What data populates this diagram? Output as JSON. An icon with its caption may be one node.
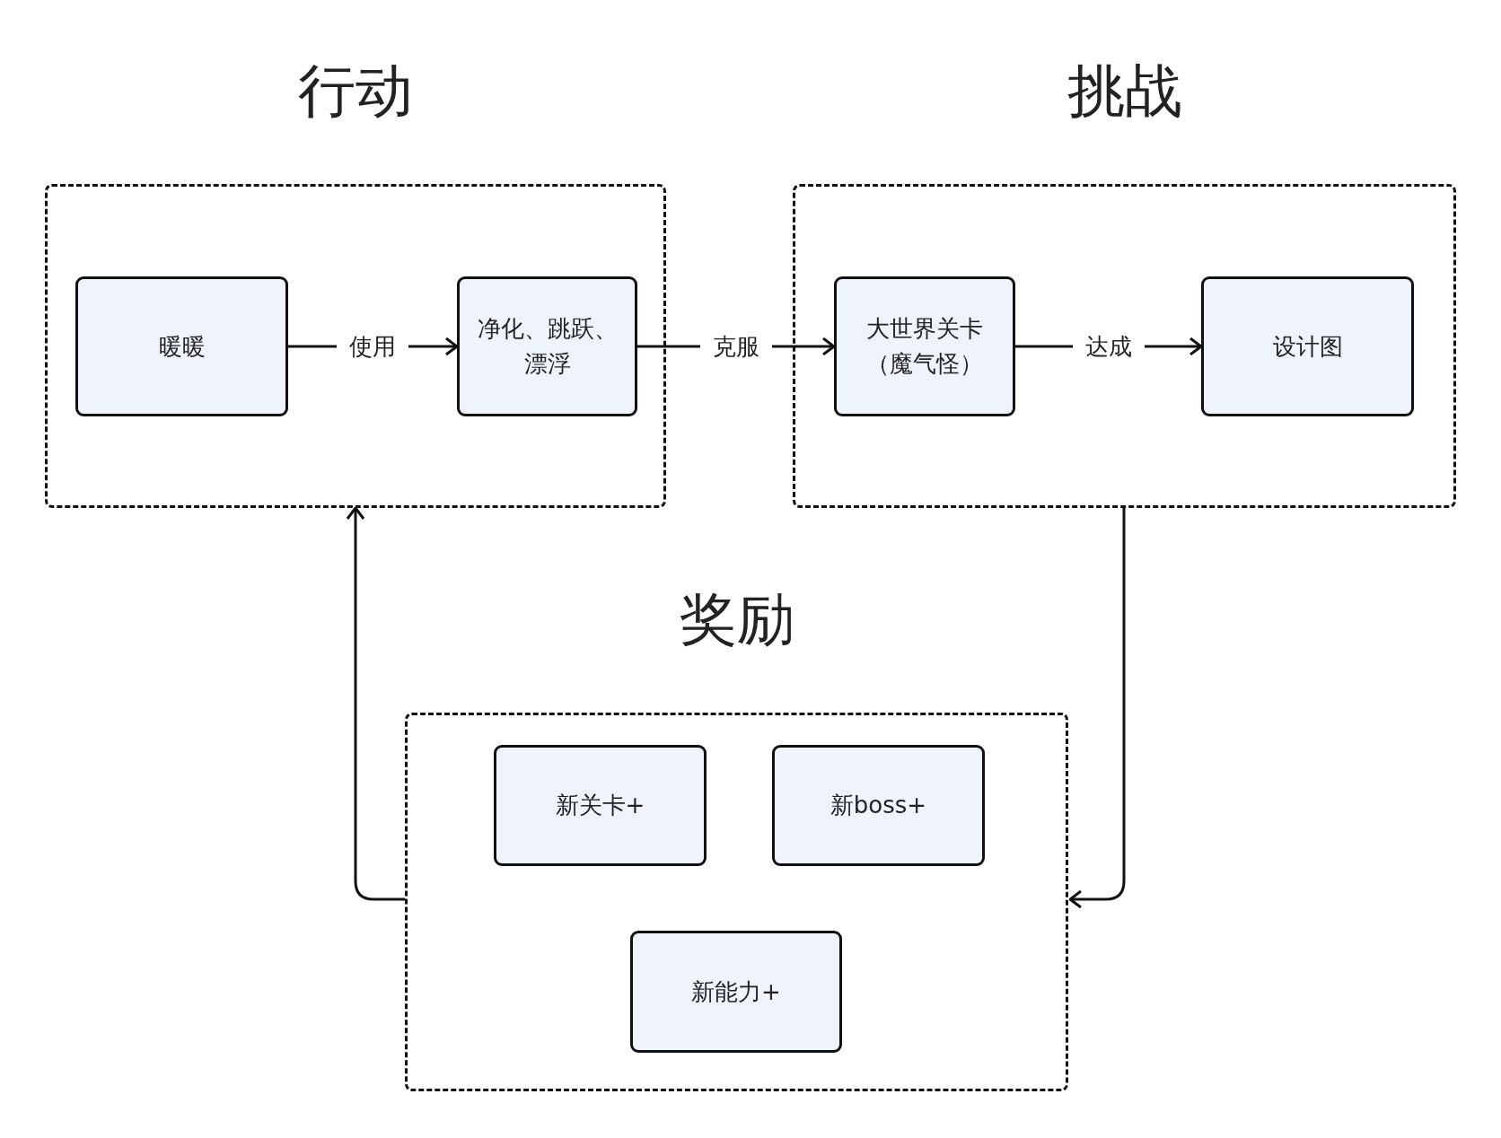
{
  "diagram": {
    "nodes": [
      {
        "text": [
          "行动"
        ]
      },
      {
        "text": [
          "暖暖"
        ],
        "in": 0
      },
      {
        "text": [
          "净化、跳跃、漂浮"
        ],
        "in": 0
      },
      {
        "text": [
          "挑战"
        ]
      },
      {
        "text": [
          "大世界关卡（魔气怪）"
        ],
        "in": 3
      },
      {
        "text": [
          "设计图"
        ],
        "in": 3
      },
      {
        "text": [
          "奖励"
        ]
      },
      {
        "text": [
          "新关卡+"
        ],
        "in": 6
      },
      {
        "text": [
          "新boss+"
        ],
        "in": 6
      },
      {
        "text": [
          "新能力+"
        ],
        "in": 6
      }
    ],
    "edges": [
      {
        "from": 1,
        "to": 2,
        "arrow": "to",
        "label": "使用"
      },
      {
        "from": 2,
        "to": 4,
        "arrow": "to",
        "label": "克服"
      },
      {
        "from": 4,
        "to": 5,
        "arrow": "to",
        "label": "达成"
      },
      {
        "from": 3,
        "to": 6,
        "arrow": "to"
      },
      {
        "from": 6,
        "to": 0,
        "arrow": "to"
      }
    ]
  }
}
